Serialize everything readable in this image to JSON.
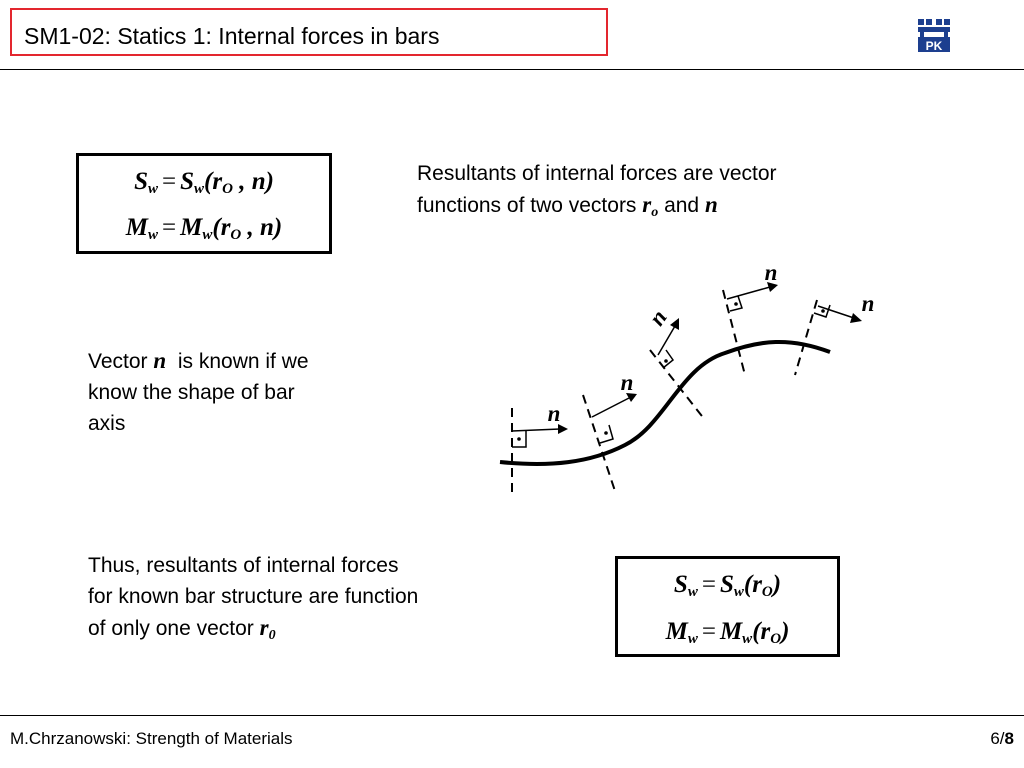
{
  "header": {
    "title": "SM1-02: Statics 1: Internal forces in bars",
    "logo_text": "PK",
    "accent_color": "#e3262e",
    "logo_color": "#1d3f8f"
  },
  "formula_top": {
    "row1": {
      "lhs": "S",
      "lhs_sub": "w",
      "eq": "=",
      "fn": "S",
      "fn_sub": "w",
      "open": "(",
      "arg1": "r",
      "arg1_sub": "O",
      "sep": " , ",
      "arg2": "n",
      "close": ")"
    },
    "row2": {
      "lhs": "M",
      "lhs_sub": "w",
      "eq": "=",
      "fn": "M",
      "fn_sub": "w",
      "open": "(",
      "arg1": "r",
      "arg1_sub": "O",
      "sep": " , ",
      "arg2": "n",
      "close": ")"
    }
  },
  "formula_bottom": {
    "row1": {
      "lhs": "S",
      "lhs_sub": "w",
      "eq": "=",
      "fn": "S",
      "fn_sub": "w",
      "open": "(",
      "arg1": "r",
      "arg1_sub": "O",
      "close": ")"
    },
    "row2": {
      "lhs": "M",
      "lhs_sub": "w",
      "eq": "=",
      "fn": "M",
      "fn_sub": "w",
      "open": "(",
      "arg1": "r",
      "arg1_sub": "O",
      "close": ")"
    }
  },
  "text_resultants": {
    "line1": "Resultants of internal forces are vector",
    "line2_pre": "functions of two vectors ",
    "v1": "r",
    "v1_sub": "o",
    "mid": " and ",
    "v2": "n"
  },
  "text_vector_n": {
    "pre": "Vector ",
    "v": "n",
    "post1": "  is known if we",
    "line2": "know the shape of bar",
    "line3": "axis"
  },
  "text_thus": {
    "line1": "Thus, resultants of internal forces",
    "line2": "for known bar structure are function",
    "line3_pre": "of only one vector ",
    "v": "r",
    "v_sub": "0"
  },
  "diagram": {
    "normal_labels": [
      "n",
      "n",
      "n",
      "n",
      "n"
    ]
  },
  "footer": {
    "author": "M.Chrzanowski: Strength of Materials",
    "page_current": "6",
    "page_sep": "/",
    "page_total": "8"
  }
}
